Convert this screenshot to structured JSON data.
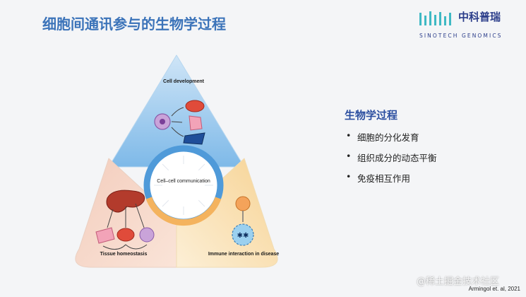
{
  "slide": {
    "title": "细胞间通讯参与的生物学过程",
    "citation": "Armingol et. al, 2021",
    "watermark": "@稀土掘金技术社区"
  },
  "logo": {
    "name_cn": "中科普瑞",
    "name_en": "SINOTECH GENOMICS",
    "bar_color": "#3fb9c4",
    "text_color": "#2b3d8a"
  },
  "diagram": {
    "top_label": "Cell development",
    "center_label": "Cell–cell communication",
    "left_label": "Tissue homeostasis",
    "right_label": "Immune interaction in disease",
    "colors": {
      "top": "#8ec2eb",
      "left": "#f7d7c8",
      "right": "#fbe6bd",
      "ring_blue": "#4f9ad9",
      "ring_orange": "#f4b35e"
    }
  },
  "side_panel": {
    "heading": "生物学过程",
    "items": [
      "细胞的分化发育",
      "组织成分的动态平衡",
      "免疫相互作用"
    ]
  }
}
